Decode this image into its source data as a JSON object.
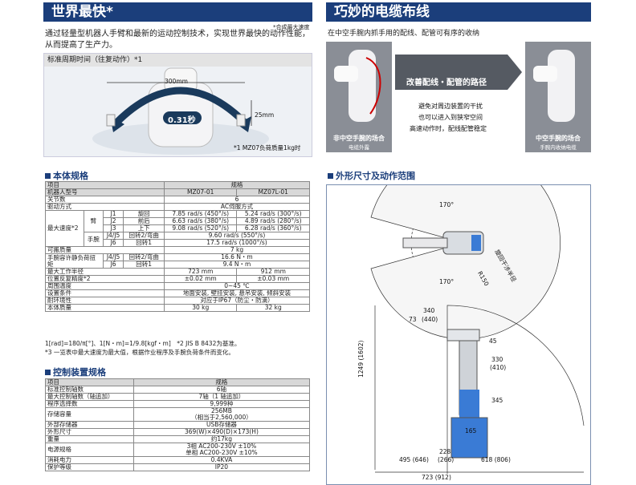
{
  "left": {
    "heading": "世界最快*",
    "footnote_star": "*合成最大速度",
    "intro": "通过轻量型机器人手臂和最新的运动控制技术，实现世界最快的动作性能，从而提高了生产力。",
    "cycle_title": "标准周期时间（往复动作）*1",
    "dim_300": "300mm",
    "dim_25": "25mm",
    "time_badge": "0.31秒",
    "payload_note": "*1 MZ07负荷质量1kg时"
  },
  "right": {
    "heading": "巧妙的电缆布线",
    "intro": "在中空手腕内抓手用的配线、配管可有序的收纳",
    "arrow_title": "改善配线・配管的路径",
    "benefits": [
      "避免对周边装置的干扰",
      "也可以进入到狭窄空间",
      "高速动作时，配线配管稳定"
    ],
    "caption_left_title": "非中空手腕的场合",
    "caption_left_sub": "电缆外露",
    "caption_right_title": "中空手腕的场合",
    "caption_right_sub": "手腕内收纳电缆"
  },
  "spec": {
    "title": "本体规格",
    "header": [
      "项目",
      "规格"
    ],
    "models": [
      "机器人型号",
      "MZ07-01",
      "MZ07L-01"
    ],
    "axes": [
      "关节数",
      "6"
    ],
    "drive": [
      "驱动方式",
      "AC伺服方式"
    ],
    "speed_label": "最大速度*2",
    "arm_label": "臂",
    "wrist_label": "手腕",
    "speed_rows": [
      [
        "J1",
        "旋回",
        "7.85 rad/s (450°/s)",
        "5.24 rad/s (300°/s)"
      ],
      [
        "J2",
        "前后",
        "6.63 rad/s (380°/s)",
        "4.89 rad/s (280°/s)"
      ],
      [
        "J3",
        "上下",
        "9.08 rad/s (520°/s)",
        "6.28 rad/s (360°/s)"
      ],
      [
        "J4/J5",
        "回转2/弯曲",
        "9.60 rad/s (550°/s)"
      ],
      [
        "J6",
        "回转1",
        "17.5 rad/s (1000°/s)"
      ]
    ],
    "payload": [
      "可搬质量",
      "7 kg"
    ],
    "torque_label": "手腕容许静负荷扭矩",
    "torque_rows": [
      [
        "J4/J5",
        "回转2/弯曲",
        "16.6 N・m"
      ],
      [
        "J6",
        "回转1",
        "9.4 N・m"
      ]
    ],
    "reach": [
      "最大工作半径",
      "723 mm",
      "912 mm"
    ],
    "repeat": [
      "位置反复精度*2",
      "±0.02 mm",
      "±0.03 mm"
    ],
    "temp": [
      "周围温度",
      "0~45 ℃"
    ],
    "install": [
      "设置条件",
      "地面安装, 壁挂安装, 悬吊安装, 倾斜安装"
    ],
    "env": [
      "耐环境性",
      "对应于IP67（防尘・防滴）"
    ],
    "mass": [
      "本体质量",
      "30 kg",
      "32 kg"
    ],
    "note1": "1[rad]=180/π[°]、1[N・m]=1/9.8[kgf・m]　*2 JIS B 8432为基准。",
    "note2": "*3 一览表中最大速度为最大值，根据作业程序及手腕负荷条件而变化。"
  },
  "ctrl": {
    "title": "控制装置规格",
    "header": [
      "项目",
      "规格"
    ],
    "rows": [
      [
        "标准控制轴数",
        "6轴"
      ],
      [
        "最大控制轴数（轴追加）",
        "7轴（1 轴追加）"
      ],
      [
        "程序选择数",
        "9,999种"
      ],
      [
        "存储容量",
        "256MB\n（相当于2,560,000）"
      ],
      [
        "外部存储器",
        "USB存储器"
      ],
      [
        "外形尺寸",
        "369(W)×490(D)×173(H)"
      ],
      [
        "重量",
        "约17kg"
      ],
      [
        "电源规格",
        "3相 AC200-230V  ±10%\n单相 AC200-230V  ±10%"
      ],
      [
        "消耗电力",
        "0.4KVA"
      ],
      [
        "保护等级",
        "IP20"
      ]
    ]
  },
  "dims": {
    "title": "外形尺寸及动作范围",
    "a170_top": "170°",
    "a170_bot": "170°",
    "interf": "旋回干涉半径",
    "r150": "R150",
    "d340": "340",
    "d440": "(440)",
    "d73": "73",
    "d45": "45",
    "d330": "330",
    "d410": "(410)",
    "d345": "345",
    "d1249": "1249 (1602)",
    "d165": "165",
    "d228": "228",
    "d266": "(266)",
    "d495": "495 (646)",
    "d618": "618 (806)",
    "d723": "723 (912)"
  }
}
